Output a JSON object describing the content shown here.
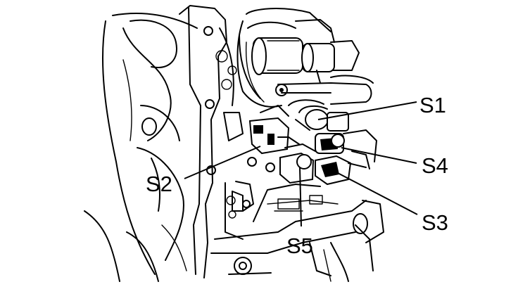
{
  "labels": {
    "s1": "S1",
    "s2": "S2",
    "s3": "S3",
    "s4": "S4",
    "s5": "S5"
  }
}
